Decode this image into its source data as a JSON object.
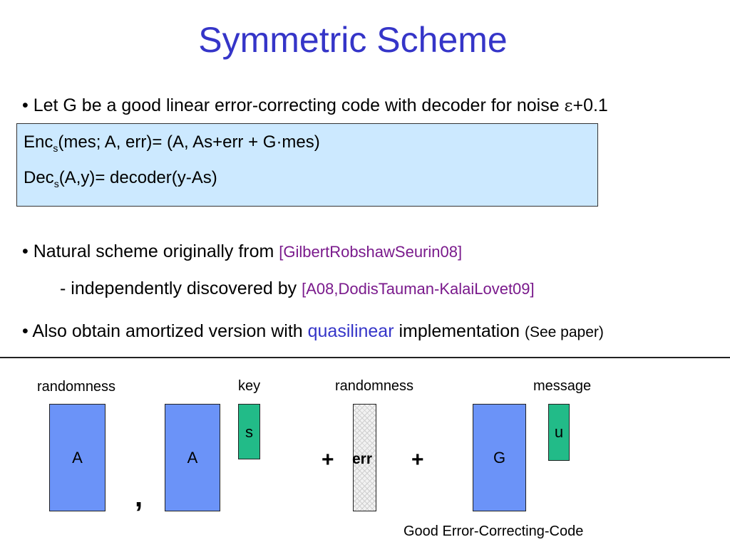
{
  "slide": {
    "title": "Symmetric Scheme",
    "bullet1": {
      "text": "• Let G be a good linear error-correcting code with decoder for noise ",
      "epsilon": "ε",
      "suffix": "+0.1"
    },
    "box": {
      "enc_prefix": "Enc",
      "enc_sub": "s",
      "enc_rest": "(mes; A, err)= (A, As+err + G·mes)",
      "dec_prefix": "Dec",
      "dec_sub": "s",
      "dec_rest": "(A,y)= decoder(y-As)"
    },
    "bullet2": {
      "text": "• Natural scheme originally from ",
      "ref": "[GilbertRobshawSeurin08]"
    },
    "sub_bullet": {
      "text": "- independently discovered by ",
      "ref": "[A08,DodisTauman-KalaiLovet09]"
    },
    "bullet3": {
      "text": "• Also obtain amortized version with ",
      "highlight": "quasilinear",
      "rest": " implementation ",
      "note": "(See paper)"
    }
  },
  "diagram": {
    "label_randomness_1": "randomness",
    "label_key": "key",
    "label_randomness_2": "randomness",
    "label_message": "message",
    "block_a1": "A",
    "block_a2": "A",
    "block_s": "s",
    "block_err": "err",
    "block_g": "G",
    "block_u": "u",
    "comma": ",",
    "plus_1": "+",
    "plus_2": "+",
    "caption": "Good Error-Correcting-Code"
  }
}
